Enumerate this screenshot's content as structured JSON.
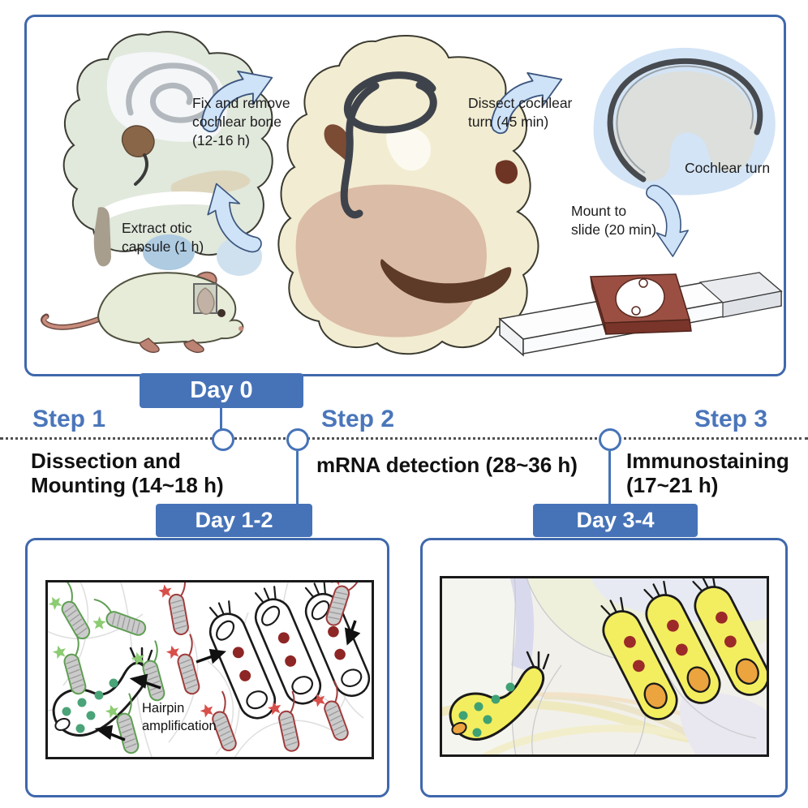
{
  "colors": {
    "accent_blue": "#4673b8",
    "panel_border_blue": "#3f68ac",
    "step_label_blue": "#4a76ba",
    "arrow_fill_blue": "#cfe3f8",
    "hairpin_green": "#5f9e53",
    "hairpin_star_green": "#8ccc72",
    "hairpin_red": "#a03c3c",
    "hairpin_star_red": "#d84f4a",
    "mrna_dot_red": "#8e2626",
    "stain_yellow": "#f3ee5f",
    "nucleus_orange": "#eba43e",
    "spot_green": "#4aa478",
    "slide_block_red": "#9b4f43"
  },
  "protocol_panel": {
    "label_extract": "Extract otic\ncapsule (1 h)",
    "label_fix": "Fix and remove\ncochlear bone\n(12-16 h)",
    "label_dissect": "Dissect cochlear\nturn (45 min)",
    "label_cochlear_turn": "Cochlear turn",
    "label_mount": "Mount to\nslide (20 min)"
  },
  "timeline": {
    "day_badges": {
      "day0": "Day 0",
      "day12": "Day 1-2",
      "day34": "Day 3-4"
    },
    "steps": [
      {
        "label": "Step 1",
        "description": "Dissection and\nMounting (14~18 h)"
      },
      {
        "label": "Step 2",
        "description": "mRNA detection (28~36 h)"
      },
      {
        "label": "Step 3",
        "description": "Immunostaining\n(17~21 h)"
      }
    ]
  },
  "mrna_panel": {
    "caption": "Hairpin\namplification"
  }
}
